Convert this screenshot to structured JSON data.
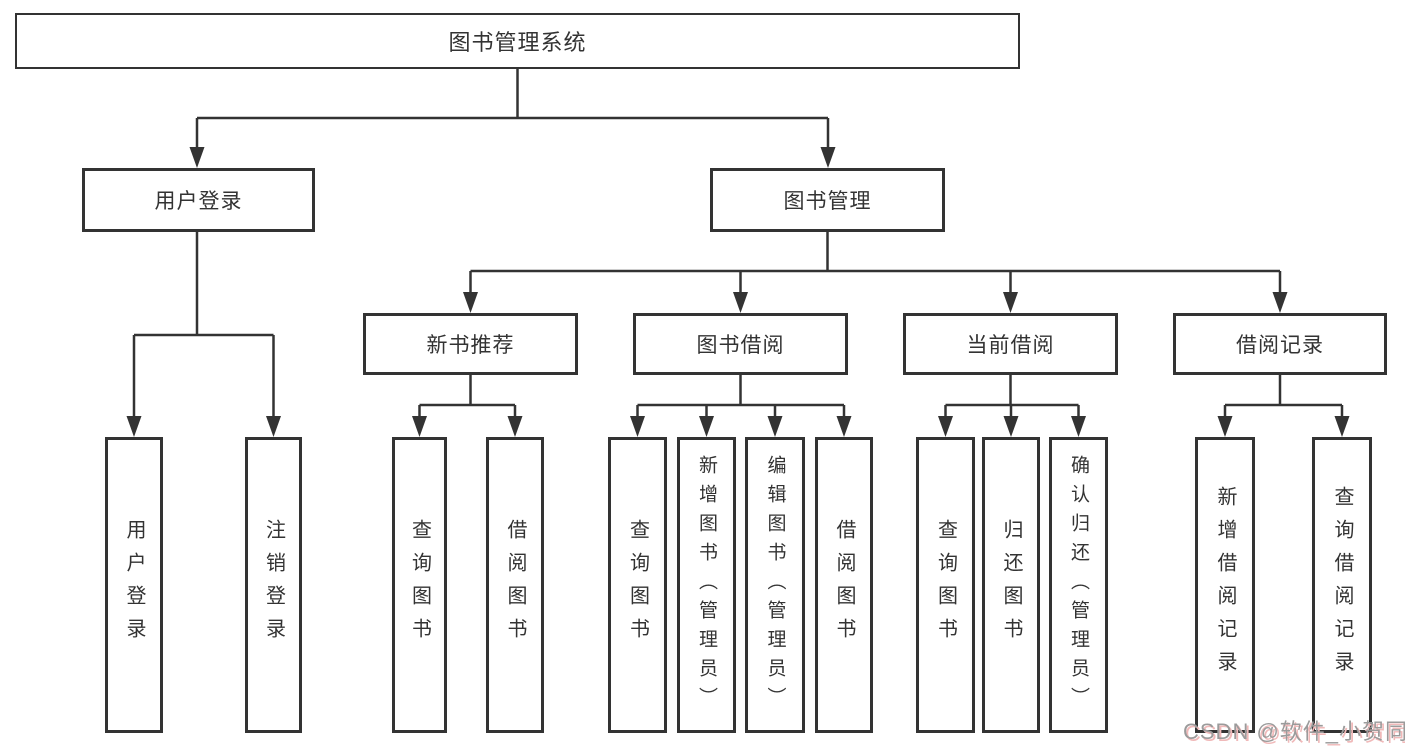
{
  "diagram": {
    "root": "图书管理系统",
    "level2": {
      "user_login": "用户登录",
      "book_management": "图书管理"
    },
    "level3": {
      "new_book_recommend": "新书推荐",
      "book_borrow": "图书借阅",
      "current_borrow": "当前借阅",
      "borrow_record": "借阅记录"
    },
    "leaves": {
      "user_login": [
        "用户登录",
        "注销登录"
      ],
      "new_book_recommend": [
        "查询图书",
        "借阅图书"
      ],
      "book_borrow": [
        "查询图书",
        "新增图书（管理员）",
        "编辑图书（管理员）",
        "借阅图书"
      ],
      "current_borrow": [
        "查询图书",
        "归还图书",
        "确认归还（管理员）"
      ],
      "borrow_record": [
        "新增借阅记录",
        "查询借阅记录"
      ]
    }
  },
  "watermark": "CSDN @软件_小贺同学"
}
